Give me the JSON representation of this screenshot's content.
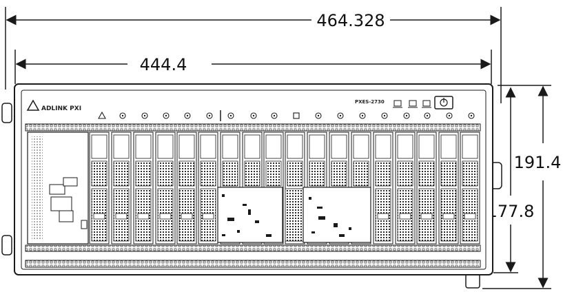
{
  "dimensions": {
    "overall_width": "464.328",
    "rail_width": "444.4",
    "overall_height": "191.4",
    "panel_height": "177.8"
  },
  "chassis": {
    "brand_label": "ADLINK PXI",
    "model_label": "PXES-2730"
  },
  "colors": {
    "line": "#1a1a1a",
    "panel": "#ffffff",
    "rail": "#d9d9d9"
  }
}
